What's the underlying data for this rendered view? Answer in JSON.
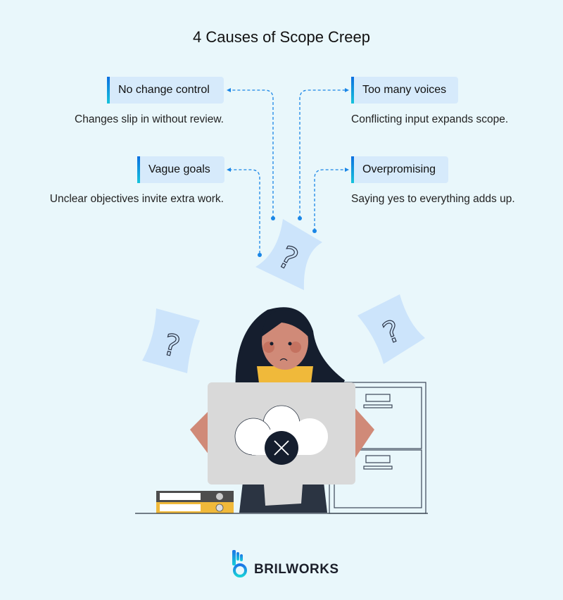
{
  "title": "4 Causes of Scope Creep",
  "causes": [
    {
      "label": "No change control",
      "description": "Changes slip in without review."
    },
    {
      "label": "Too many voices",
      "description": "Conflicting input expands scope."
    },
    {
      "label": "Vague goals",
      "description": "Unclear objectives invite extra work."
    },
    {
      "label": "Overpromising",
      "description": "Saying yes to everything adds up."
    }
  ],
  "illustration": {
    "question_mark_icon": "?",
    "error_icon": "cloud-x-icon"
  },
  "brand": {
    "name": "BRILWORKS"
  },
  "colors": {
    "background": "#e9f7fb",
    "tag_bg": "#d6eafb",
    "accent": "#0b6fe0",
    "accent2": "#16c4dc",
    "dark": "#151e2e"
  }
}
